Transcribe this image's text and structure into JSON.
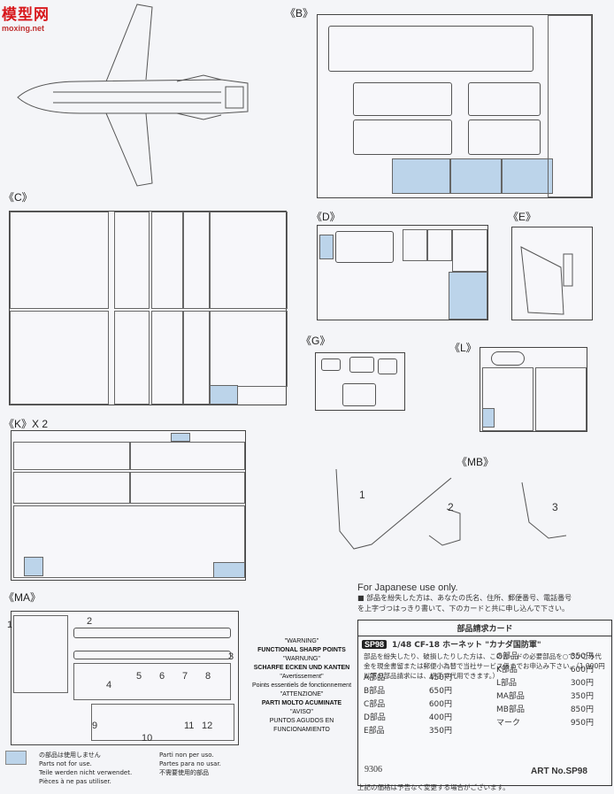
{
  "watermark": {
    "logo_text": "模型网",
    "url": "moxing.net"
  },
  "sheets": {
    "B": "《B》",
    "C": "《C》",
    "D": "《D》",
    "E": "《E》",
    "G": "《G》",
    "L": "《L》",
    "K": "《K》X 2",
    "MA": "《MA》",
    "MB": "《MB》"
  },
  "mb_numbers": [
    "1",
    "2",
    "3"
  ],
  "ma_numbers": [
    "1",
    "2",
    "3",
    "4",
    "5",
    "6",
    "7",
    "8",
    "9",
    "10",
    "11",
    "12"
  ],
  "warning": {
    "l1": "\"WARNING\"",
    "l2": "FUNCTIONAL SHARP POINTS",
    "l3": "\"WARNUNG\"",
    "l4": "SCHARFE ECKEN UND KANTEN",
    "l5": "\"Avertissement\"",
    "l6": "Points essentiels de fonctionnement",
    "l7": "\"ATTENZIONE\"",
    "l8": "PARTI MOLTO ACUMINATE",
    "l9": "\"AVISO\"",
    "l10": "PUNTOS AGUDOS EN FUNCIONAMIENTO"
  },
  "legend": {
    "c1": [
      "の部品は使用しません",
      "Parts not for use.",
      "Teile werden nicht verwendet.",
      "Pièces à ne pas utiliser."
    ],
    "c2": [
      "Parti non per uso.",
      "Partes para no usar.",
      "不需要使用的部品"
    ]
  },
  "order_card": {
    "intro_en": "For Japanese use only.",
    "intro_jp1": "■ 部品を紛失した方は、あなたの氏名、住所、郵便番号、電話番号",
    "intro_jp2": "を上字づつはっきり書いて、下のカードと共に申し込んで下さい。",
    "card_title": "部品請求カード",
    "code": "SP98",
    "product": "1/48 CF-18 ホーネット \"カナダ国防軍\"",
    "body": "部品を紛失したり、破損したりした方は、このカードの必要部品を○でかこみ代金を現金書留または郵便小為替で当社サービス係までお申込み下さい。（1,000円以下の部品請求には、切手で代用できます。）",
    "prices_left": [
      {
        "name": "A部品",
        "price": "450円"
      },
      {
        "name": "B部品",
        "price": "650円"
      },
      {
        "name": "C部品",
        "price": "600円"
      },
      {
        "name": "D部品",
        "price": "400円"
      },
      {
        "name": "E部品",
        "price": "350円"
      }
    ],
    "prices_right": [
      {
        "name": "G部品",
        "price": "350円"
      },
      {
        "name": "K部品",
        "price": "600円"
      },
      {
        "name": "L部品",
        "price": "300円"
      },
      {
        "name": "MA部品",
        "price": "350円"
      },
      {
        "name": "MB部品",
        "price": "850円"
      },
      {
        "name": "マーク",
        "price": "950円"
      }
    ],
    "lot": "9306",
    "art": "ART No.SP98",
    "footer": "上記の価格は予告なく変更する場合がございます。"
  }
}
